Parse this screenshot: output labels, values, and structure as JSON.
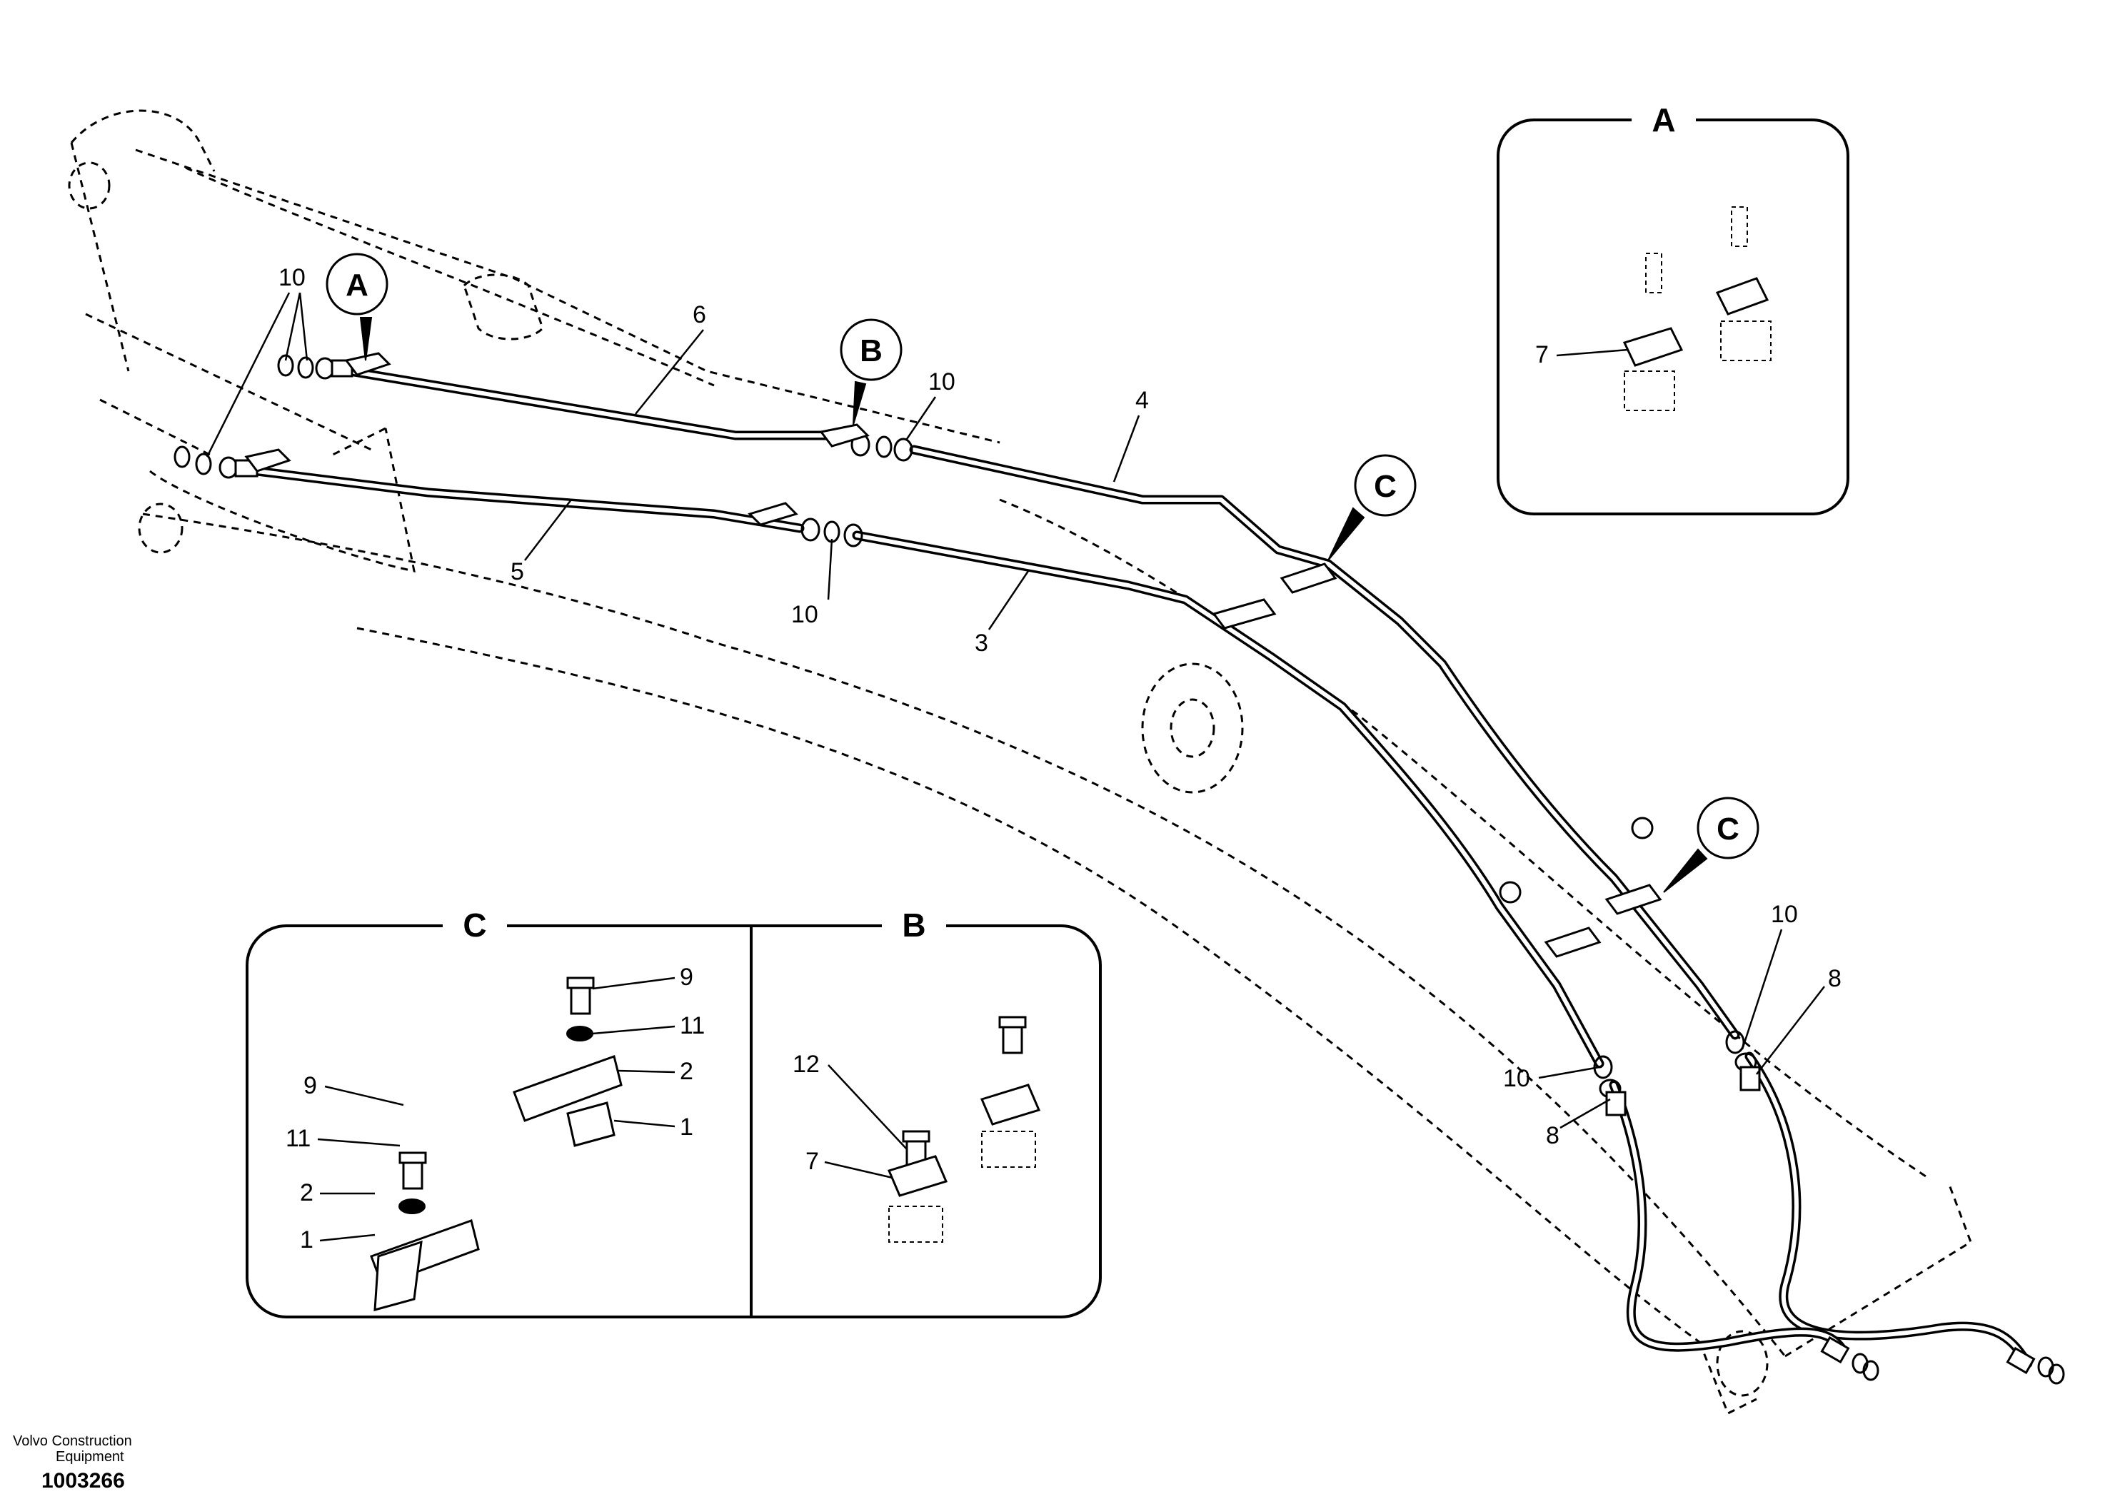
{
  "callouts": {
    "main": {
      "c10_top_left": "10",
      "c6": "6",
      "c10_mid": "10",
      "c4": "4",
      "c5": "5",
      "c10_lower": "10",
      "c3": "3",
      "c10_right_a": "10",
      "c8_right_a": "8",
      "c10_right_b": "10",
      "c8_right_b": "8"
    },
    "circles": {
      "a": "A",
      "b": "B",
      "c1": "C",
      "c2": "C"
    },
    "detail_a": {
      "title": "A",
      "c7": "7"
    },
    "detail_c": {
      "title": "C",
      "c9_top": "9",
      "c11_top": "11",
      "c2_top": "2",
      "c1_top": "1",
      "c9": "9",
      "c11": "11",
      "c2": "2",
      "c1": "1"
    },
    "detail_b": {
      "title": "B",
      "c12": "12",
      "c7": "7"
    }
  },
  "footer": {
    "brand_line1": "Volvo Construction",
    "brand_line2": "Equipment",
    "doc_number": "1003266"
  }
}
